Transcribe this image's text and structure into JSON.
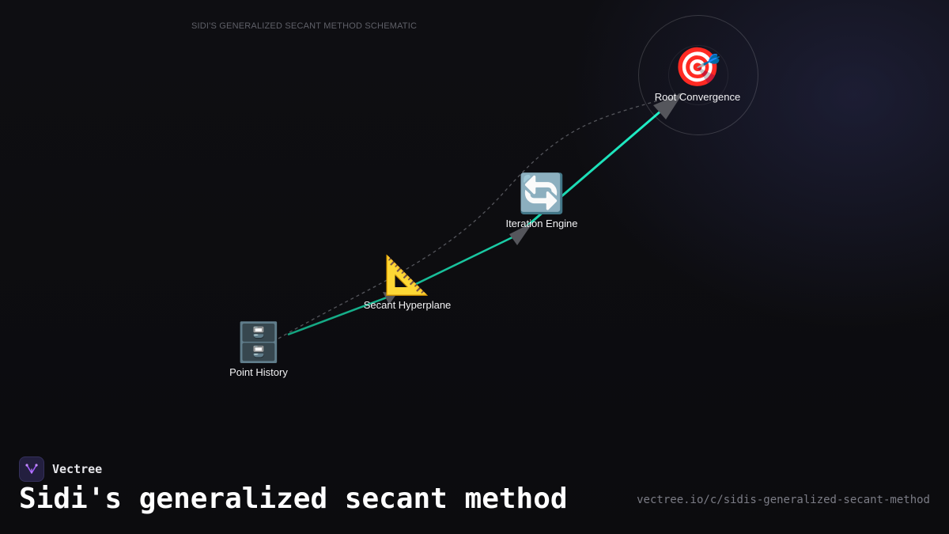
{
  "caption": "SIDI'S GENERALIZED SECANT METHOD SCHEMATIC",
  "nodes": [
    {
      "id": "point-history",
      "emoji": "🗄️",
      "icon": "file-cabinet-icon",
      "label": "Point History"
    },
    {
      "id": "secant-hyperplane",
      "emoji": "📐",
      "icon": "triangular-ruler-icon",
      "label": "Secant Hyperplane"
    },
    {
      "id": "iteration-engine",
      "emoji": "🔄",
      "icon": "cycle-arrows-icon",
      "label": "Iteration Engine"
    },
    {
      "id": "root-convergence",
      "emoji": "🎯",
      "icon": "target-icon",
      "label": "Root Convergence"
    }
  ],
  "edges": [
    {
      "from": "point-history",
      "to": "secant-hyperplane",
      "style": "solid"
    },
    {
      "from": "secant-hyperplane",
      "to": "iteration-engine",
      "style": "solid"
    },
    {
      "from": "iteration-engine",
      "to": "root-convergence",
      "style": "solid"
    },
    {
      "from": "point-history",
      "to": "root-convergence",
      "style": "dashed"
    }
  ],
  "brand": {
    "name": "Vectree",
    "logo_icon": "vectree-logo-icon"
  },
  "footer": {
    "title": "Sidi's generalized secant method",
    "url": "vectree.io/c/sidis-generalized-secant-method"
  },
  "colors": {
    "background": "#0e0e12",
    "edge_start": "#14a37f",
    "edge_end": "#1ff0c8",
    "arrowhead": "#55565c",
    "dashed": "#55565c"
  }
}
